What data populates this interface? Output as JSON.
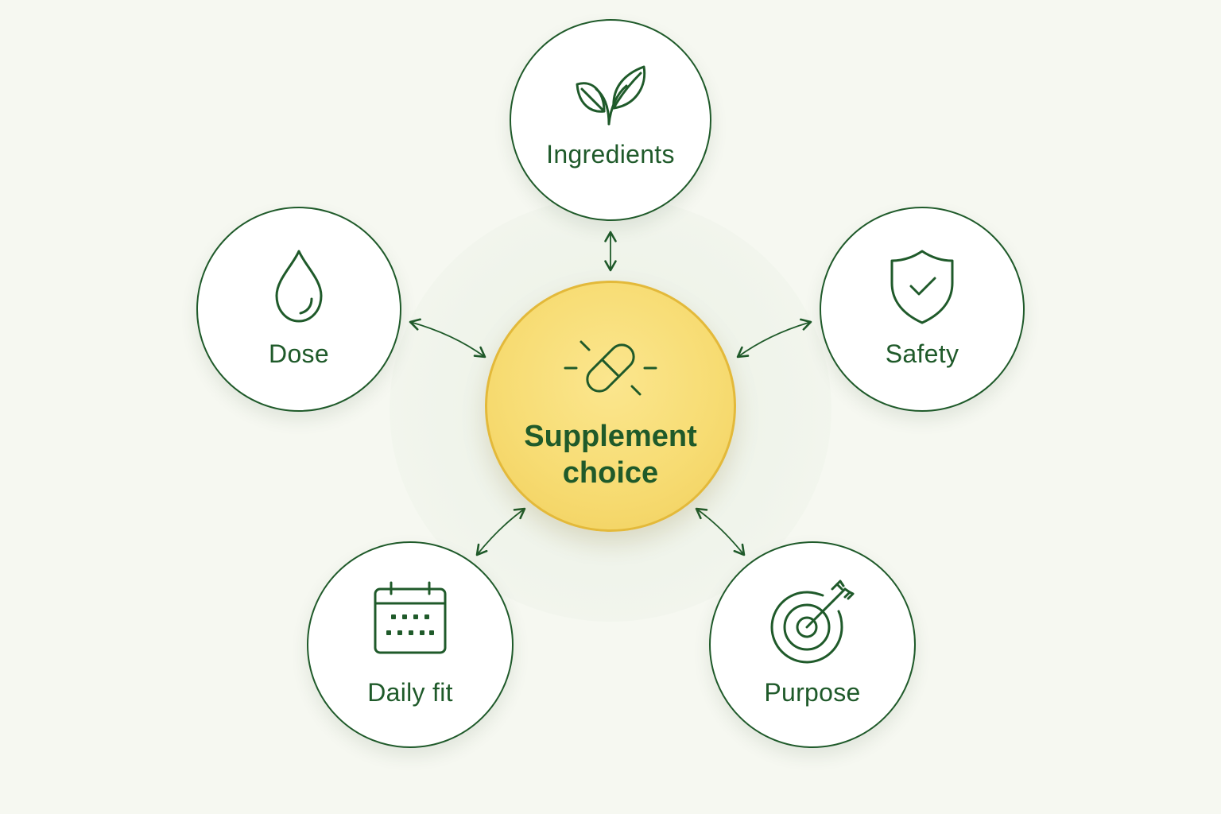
{
  "diagram": {
    "center": {
      "line1": "Supplement",
      "line2": "choice",
      "icon": "capsule-icon"
    },
    "nodes": [
      {
        "id": "ingredients",
        "label": "Ingredients",
        "icon": "leaf-sprout-icon"
      },
      {
        "id": "dose",
        "label": "Dose",
        "icon": "droplet-icon"
      },
      {
        "id": "safety",
        "label": "Safety",
        "icon": "shield-check-icon"
      },
      {
        "id": "daily-fit",
        "label": "Daily fit",
        "icon": "calendar-icon"
      },
      {
        "id": "purpose",
        "label": "Purpose",
        "icon": "target-arrow-icon"
      }
    ],
    "colors": {
      "background": "#f6f8f1",
      "outline": "#1f5a2a",
      "text": "#1f5a2a",
      "center_fill": "#f7dc73",
      "center_border": "#e3b93a"
    }
  }
}
